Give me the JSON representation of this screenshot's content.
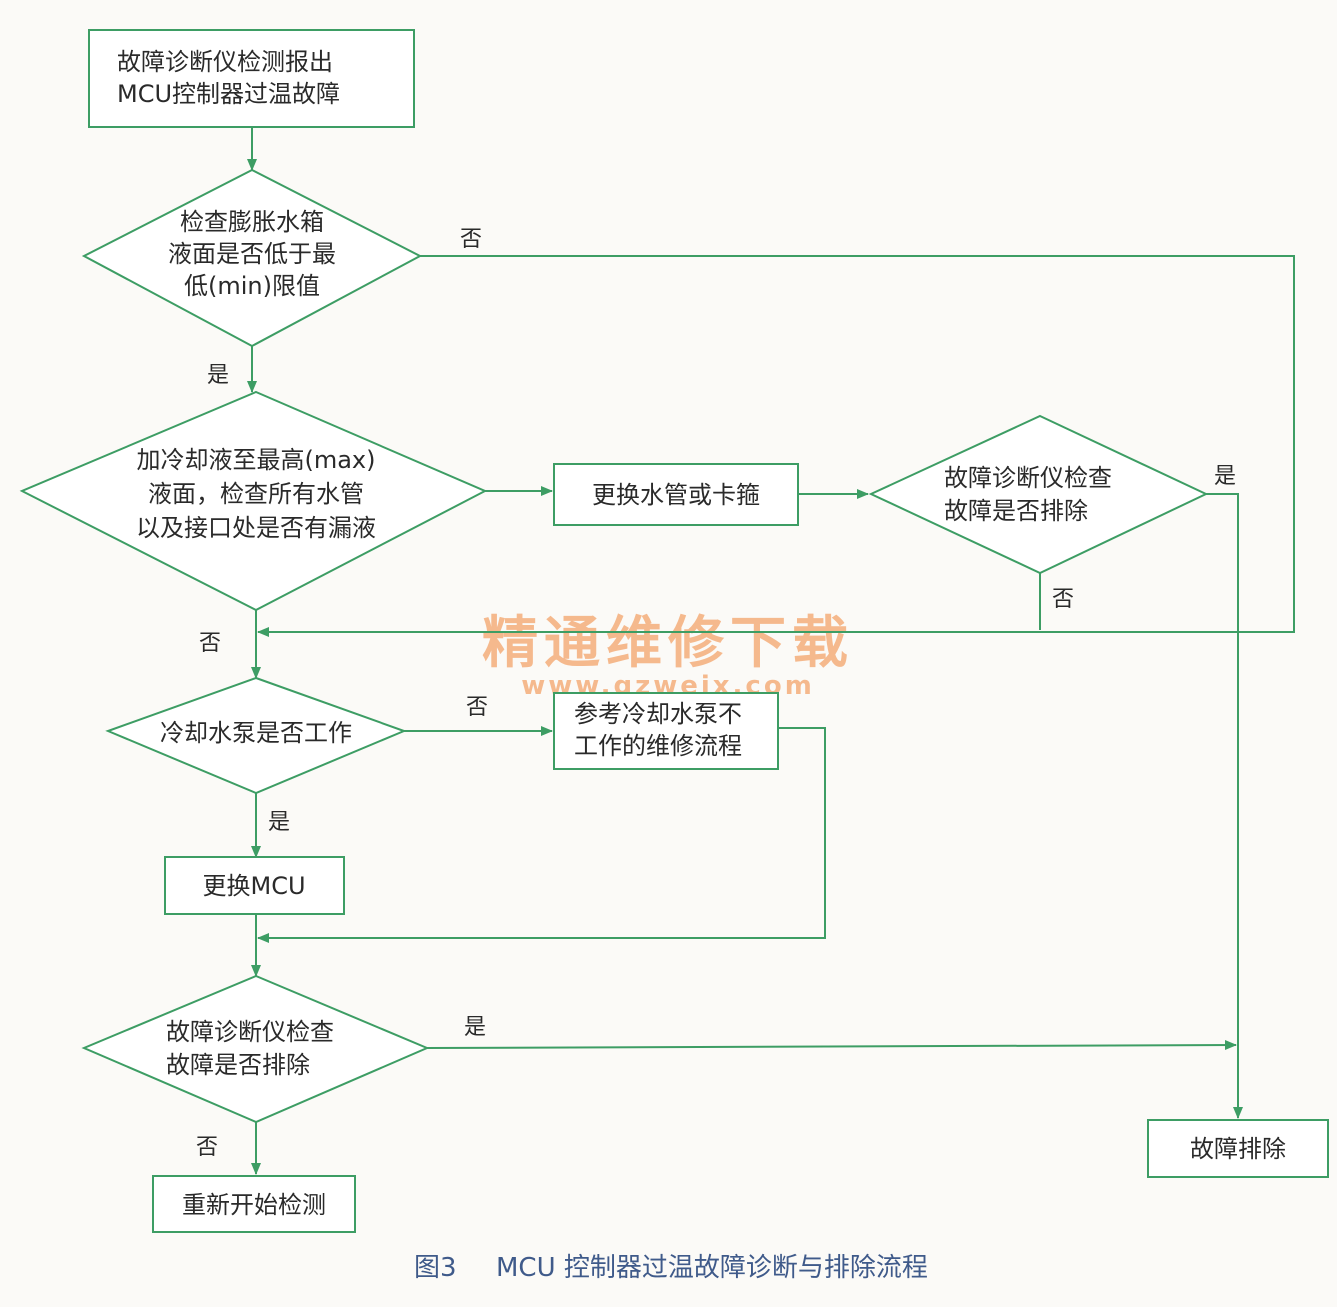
{
  "colors": {
    "line": "#3d9d64",
    "text": "#2a2a2a",
    "caption": "#3f5a8a",
    "watermark": "#f3a36a",
    "background": "#fbfaf7",
    "box_fill": "#ffffff"
  },
  "nodes": {
    "start": [
      "故障诊断仪检测报出",
      "MCU控制器过温故障"
    ],
    "check_level": [
      "检查膨胀水箱",
      "液面是否低于最",
      "低(min)限值"
    ],
    "check_leak": [
      "加冷却液至最高(max)",
      "液面，检查所有水管",
      "以及接口处是否有漏液"
    ],
    "replace_hose": [
      "更换水管或卡箍"
    ],
    "check_fixed_1": [
      "故障诊断仪检查",
      "故障是否排除"
    ],
    "check_pump": [
      "冷却水泵是否工作"
    ],
    "pump_procedure": [
      "参考冷却水泵不",
      "工作的维修流程"
    ],
    "replace_mcu": [
      "更换MCU"
    ],
    "check_fixed_2": [
      "故障诊断仪检查",
      "故障是否排除"
    ],
    "restart": [
      "重新开始检测"
    ],
    "resolved": [
      "故障排除"
    ]
  },
  "edge_labels": {
    "level_no": "否",
    "level_yes": "是",
    "fixed1_yes": "是",
    "fixed1_no": "否",
    "leak_no": "否",
    "pump_no": "否",
    "pump_yes": "是",
    "fixed2_yes": "是",
    "fixed2_no": "否"
  },
  "watermark": {
    "main": "精通维修下载",
    "url": "www.gzweix.com"
  },
  "caption": {
    "number": "图3",
    "title": "MCU 控制器过温故障诊断与排除流程"
  }
}
